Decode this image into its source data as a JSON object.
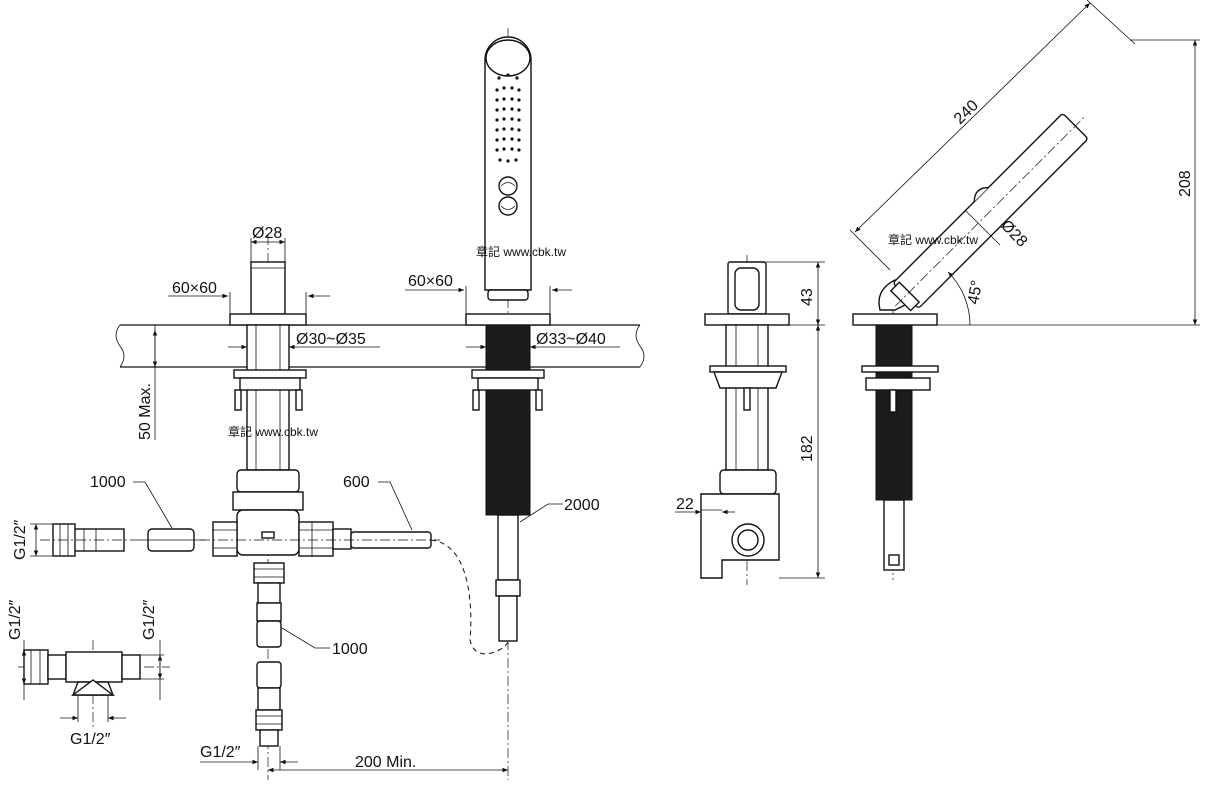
{
  "watermark": "章記 www.cbk.tw",
  "dimensions": {
    "dia28_top": "Ø28",
    "base_60x60_left": "60×60",
    "base_60x60_right": "60×60",
    "hole_left": "Ø30~Ø35",
    "hole_right": "Ø33~Ø40",
    "deck_max": "50 Max.",
    "hose_1000_upper": "1000",
    "hose_600": "600",
    "hose_2000": "2000",
    "hose_1000_lower": "1000",
    "thread_left": "G1/2″",
    "tee_left": "G1/2″",
    "tee_right": "G1/2″",
    "tee_bottom": "G1/2″",
    "thread_bottom": "G1/2″",
    "min_200": "200 Min.",
    "height_43": "43",
    "height_182": "182",
    "width_22": "22",
    "length_240": "240",
    "height_208": "208",
    "dia28_side": "Ø28",
    "angle_45": "45°"
  }
}
